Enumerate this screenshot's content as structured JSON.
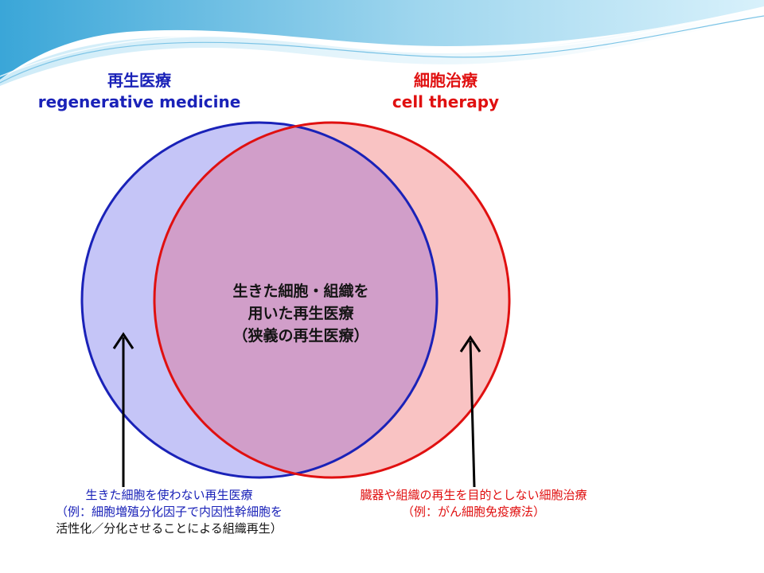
{
  "colors": {
    "regenerative": "#1a22b8",
    "cell_therapy": "#e01010",
    "overlap_fill": "#d19ec9",
    "blue_fill": "#c5c5f7",
    "red_fill": "#f9c3c3"
  },
  "headings": {
    "regenerative": {
      "ja": "再生医療",
      "en": "regenerative medicine"
    },
    "cell_therapy": {
      "ja": "細胞治療",
      "en": "cell therapy"
    }
  },
  "overlap": {
    "line1": "生きた細胞・組織を",
    "line2": "用いた再生医療",
    "line3": "（狭義の再生医療）"
  },
  "notes": {
    "regenerative_only": {
      "line1": "生きた細胞を使わない再生医療",
      "line2": "（例：細胞増殖分化因子で内因性幹細胞を",
      "line3": "活性化／分化させることによる組織再生）"
    },
    "cell_therapy_only": {
      "line1": "臓器や組織の再生を目的としない細胞治療",
      "line2": "（例：がん細胞免疫療法）"
    }
  }
}
